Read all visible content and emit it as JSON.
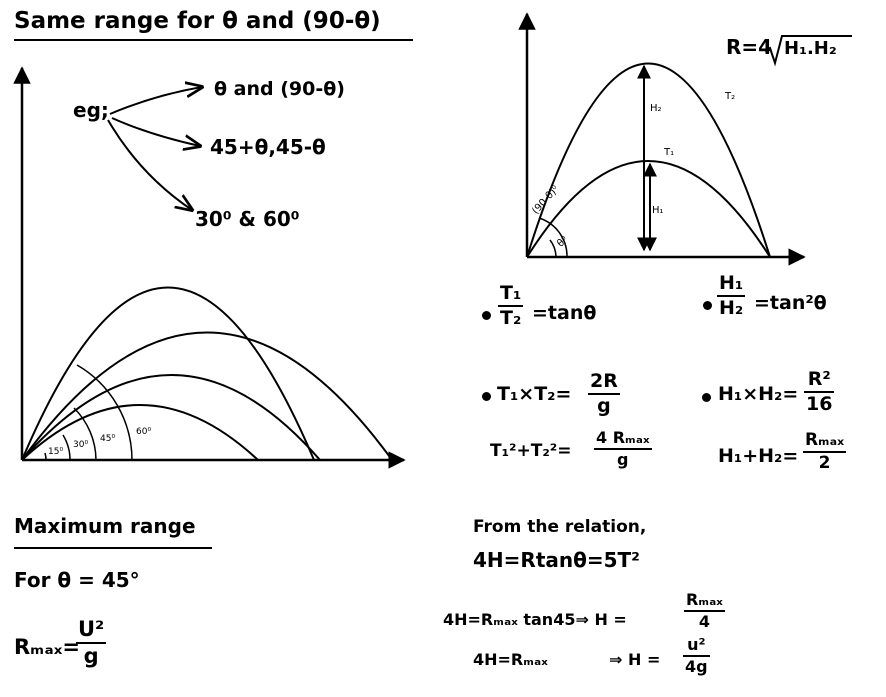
{
  "left": {
    "title": "Same range for θ and (90-θ)",
    "eg": "eg;",
    "arrow_labels": [
      "θ and (90-θ)",
      "45+θ,45-θ",
      "30⁰ & 60⁰"
    ],
    "angle_labels": [
      "15⁰",
      "30⁰",
      "45⁰",
      "60⁰"
    ]
  },
  "right": {
    "range_formula": {
      "prefix": "R=4",
      "radicand": "H₁.H₂"
    },
    "curve_labels": {
      "h2": "H₂",
      "t2": "T₂",
      "t1": "T₁",
      "h1": "H₁",
      "angle_outer": "(90-θ)⁰",
      "angle_inner": "θ⁰"
    }
  },
  "relations": {
    "r1": {
      "num": "T₁",
      "den": "T₂",
      "rhs": "=tanθ"
    },
    "r2": {
      "num": "H₁",
      "den": "H₂",
      "rhs": "=tan²θ"
    },
    "r3": {
      "lhs": "T₁×T₂=",
      "num": "2R",
      "den": "g"
    },
    "r4": {
      "lhs": "H₁×H₂=",
      "num": "R²",
      "den": "16"
    },
    "r5": {
      "lhs": "T₁²+T₂²=",
      "num": "4 Rₘₐₓ",
      "den": "g"
    },
    "r6": {
      "lhs": "H₁+H₂=",
      "num": "Rₘₐₓ",
      "den": "2"
    }
  },
  "max_range": {
    "heading": "Maximum range",
    "for_theta": "For θ = 45°",
    "rmax_lhs": "Rₘₐₓ=",
    "rmax_num": "U²",
    "rmax_den": "g"
  },
  "bottom_right": {
    "from_relation": "From the relation,",
    "main_eq": "4H=Rtanθ=5T²",
    "eq1_lhs": "4H=Rₘₐₓ tan45⇒ H =",
    "eq1_num": "Rₘₐₓ",
    "eq1_den": "4",
    "eq2_lhs": "4H=Rₘₐₓ",
    "eq2_mid": "⇒ H =",
    "eq2_num": "u²",
    "eq2_den": "4g"
  }
}
